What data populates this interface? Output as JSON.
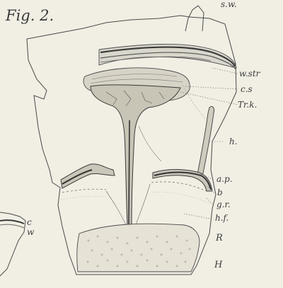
{
  "figure": {
    "title": "Fig. 2.",
    "labels": {
      "sw": "s.w.",
      "wstr": "w.str",
      "cs": "c.s",
      "trk": "Tr.k.",
      "h": "h.",
      "ap": "a.p.",
      "b": "b",
      "gr": "g.r.",
      "hf": "h.f.",
      "R": "R",
      "H": "H",
      "c": "c",
      "w": "w"
    }
  },
  "colors": {
    "background": "#f1eee4",
    "ink": "#3a3a3a",
    "stipple": "#bdbab0"
  }
}
